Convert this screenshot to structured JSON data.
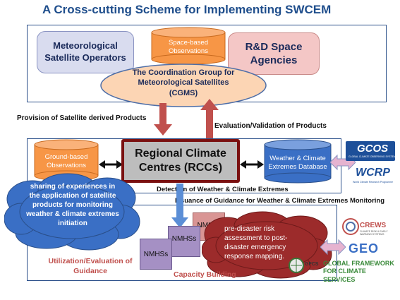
{
  "title": "A Cross-cutting Scheme for Implementing SWCEM",
  "top": {
    "met_operators": "Meteorological Satellite Operators",
    "space_obs": "Space-based Observations",
    "rd_agencies": "R&D Space Agencies",
    "cgms": "The Coordination Group for Meteorological Satellites (CGMS)"
  },
  "flows": {
    "provision": "Provision of Satellite derived Products",
    "evaluation": "Evaluation/Validation of Products",
    "detection": "Detection of Weather & Climate Extremes",
    "issuance": "Issuance of Guidance for Weather & Climate Extremes Monitoring"
  },
  "middle": {
    "ground_obs": "Ground-based Observations",
    "rcc": "Regional Climate Centres (RCCs)",
    "database": "Weather & Climate Extremes Database"
  },
  "logos": {
    "gcos": "GCOS",
    "gcos_sub": "GLOBAL CLIMATE OBSERVING SYSTEM",
    "wcrp": "WCRP",
    "wcrp_sub": "World Climate Research Programme",
    "crews": "CREWS",
    "crews_sub": "CLIMATE RISK & EARLY WARNING SYSTEMS",
    "geo": "GEO",
    "gfcs": "GFCS",
    "gfcs_full": "GLOBAL FRAMEWORK FOR CLIMATE SERVICES"
  },
  "bottom": {
    "sharing": "sharing of experiences in the application of satellite products for monitoring weather & climate extremes initiation",
    "nmhs_1": "NMHSs",
    "nmhs_2": "NMHSs",
    "nmhs_3": "NMHSs",
    "pre_disaster": "pre-disaster risk assessment to post-disaster emergency response mapping.",
    "utilization_line1": "Utilization/Evaluation of",
    "utilization_line2": "Guidance",
    "capacity": "Capacity Building"
  },
  "colors": {
    "frame": "#2a4f8a",
    "orange_fill": "#f79646",
    "lilac_fill": "#d9dcef",
    "pink_fill": "#f4c7c6",
    "cgms_fill": "#fcd5b4",
    "blue_cloud": "#3a6fc5",
    "dark_red_cloud": "#9c2b2b",
    "rcc_border": "#7a1010",
    "arrow_red": "#c0504d",
    "arrow_blue": "#5b8ed6"
  }
}
